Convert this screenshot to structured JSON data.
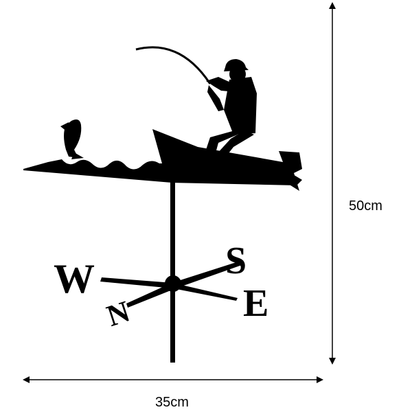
{
  "product": {
    "description_hidden": "",
    "silhouette_color": "#000000",
    "background_color": "#ffffff"
  },
  "compass": {
    "north": "N",
    "south": "S",
    "east": "E",
    "west": "W"
  },
  "dimensions": {
    "height_label": "50cm",
    "width_label": "35cm",
    "line_color": "#000000"
  }
}
